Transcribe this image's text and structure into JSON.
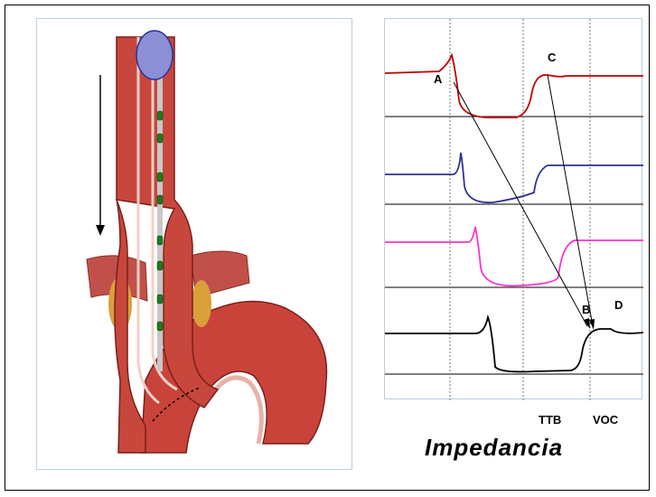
{
  "figure": {
    "title": "Impedancia",
    "markers": {
      "a": "A",
      "b": "B",
      "c": "C",
      "d": "D"
    },
    "axis_labels": {
      "ttb": "TTB",
      "voc": "VOC"
    }
  },
  "colors": {
    "trace_1": "#c00000",
    "trace_2": "#2e3192",
    "trace_3": "#ff33cc",
    "trace_4": "#000000",
    "tissue": "#c8473d",
    "bolus": "#8a8fd6",
    "electrode": "#1f7a1f"
  }
}
